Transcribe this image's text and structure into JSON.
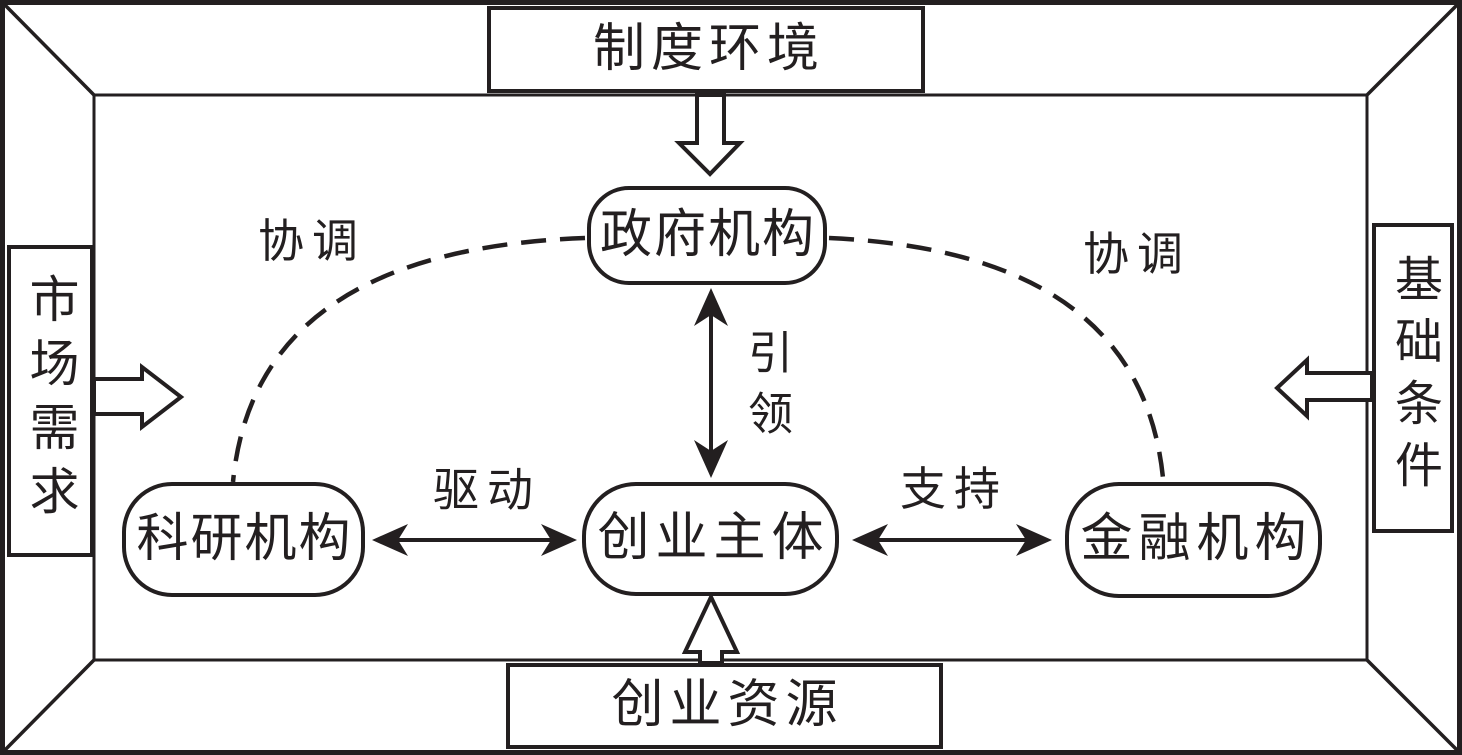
{
  "colors": {
    "ink": "#231f20",
    "paper": "#ffffff"
  },
  "frame_labels": {
    "top": "制度环境",
    "bottom": "创业资源",
    "left": "市场需求",
    "right": "基础条件"
  },
  "nodes": {
    "government": "政府机构",
    "research": "科研机构",
    "entrepreneur": "创业主体",
    "finance": "金融机构"
  },
  "edge_labels": {
    "coordination_left": "协调",
    "coordination_right": "协调",
    "guidance": "引领",
    "drive": "驱动",
    "support": "支持"
  }
}
